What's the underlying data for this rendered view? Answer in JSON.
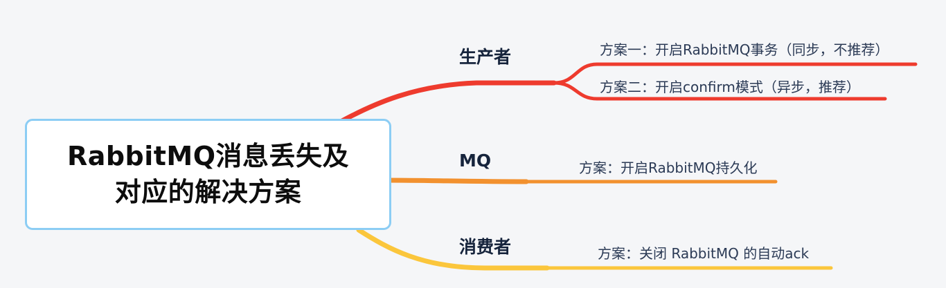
{
  "diagram": {
    "type": "mind-map",
    "background_color": "#f5f6f8",
    "root": {
      "label": "RabbitMQ消息丢失及\n对应的解决方案",
      "border_color": "#8ccdf4",
      "fill_color": "#ffffff",
      "text_color": "#0d0d0d"
    },
    "branches": [
      {
        "id": "producer",
        "label": "生产者",
        "color": "#ee3b2e",
        "children": [
          {
            "id": "transaction",
            "label": "方案一：开启RabbitMQ事务（同步，不推荐）",
            "color": "#ee3b2e"
          },
          {
            "id": "confirm",
            "label": "方案二：开启confirm模式（异步，推荐）",
            "color": "#ee3b2e"
          }
        ]
      },
      {
        "id": "mq",
        "label": "MQ",
        "color": "#f2912f",
        "children": [
          {
            "id": "persistence",
            "label": "方案：开启RabbitMQ持久化",
            "color": "#f2912f"
          }
        ]
      },
      {
        "id": "consumer",
        "label": "消费者",
        "color": "#fbc63c",
        "children": [
          {
            "id": "manual-ack",
            "label": "方案：关闭 RabbitMQ 的自动ack",
            "color": "#fbc63c"
          }
        ]
      }
    ],
    "label_text_color": "#16243c",
    "leaf_text_color": "#2b3a55"
  }
}
